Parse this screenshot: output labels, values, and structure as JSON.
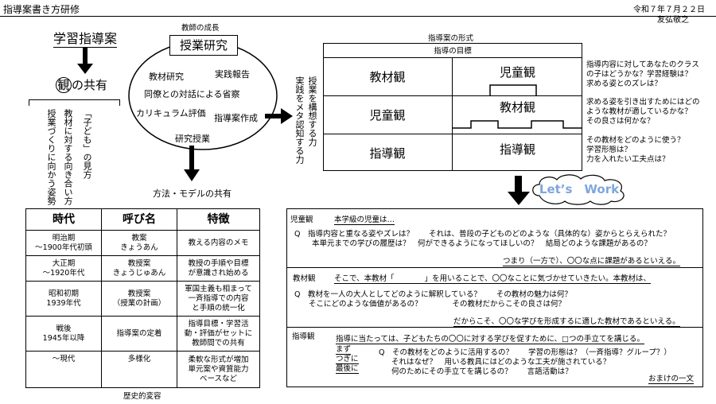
{
  "header": {
    "title": "指導案書き方研修",
    "date": "令和７年７月２２日",
    "author": "友弘敬之"
  },
  "left": {
    "heading": "学習指導案",
    "shared_circle": "観",
    "shared_rest": "の共有",
    "verticals": [
      "授業づくりに向かう姿勢",
      "教材に対する向き合い方",
      "「子ども」の見方"
    ]
  },
  "growth": {
    "caption": "教師の成長",
    "center": "授業研究",
    "items": [
      "教材研究",
      "実践報告",
      "同僚との対話による省察",
      "カリキュラム評価",
      "指導案作成",
      "研究授業"
    ],
    "bottom_label": "方法・モデルの共有",
    "meta_vertical": [
      "授業を構想する力",
      "実践をメタ認知する力"
    ]
  },
  "form": {
    "caption": "指導案の形式",
    "goal": "指導の目標",
    "left_cells": [
      "教材観",
      "児童観",
      "指導観"
    ],
    "right_cells": [
      "児童観",
      "教材観",
      "指導観"
    ],
    "notes": [
      [
        "指導内容に対してあなたのクラス",
        "の子はどうかな？学習経験は？",
        "求める姿とのズレは？"
      ],
      [
        "求める姿を引き出すためにはどの",
        "ような教材が適しているかな？",
        "その良さは何かな？"
      ],
      [
        "その教材をどのように使う？",
        "学習形態は？",
        "力を入れたい工夫点は？"
      ]
    ]
  },
  "cloud": "Let’s　Work",
  "history": {
    "headers": [
      "時代",
      "呼び名",
      "特徴"
    ],
    "rows": [
      {
        "era": [
          "明治期",
          "〜1900年代初頭"
        ],
        "name": [
          "教案",
          "きょうあん"
        ],
        "feature": [
          "教える内容のメモ"
        ]
      },
      {
        "era": [
          "大正期",
          "〜1920年代"
        ],
        "name": [
          "教授案",
          "きょうじゅあん"
        ],
        "feature": [
          "教授の手順や目標",
          "が意識され始める"
        ]
      },
      {
        "era": [
          "昭和初期",
          "1939年代"
        ],
        "name": [
          "教授案",
          "（授業の計画）"
        ],
        "feature": [
          "軍国主義も相まって",
          "一斉指導での内容",
          "と手順の統一化"
        ]
      },
      {
        "era": [
          "戦後",
          "1945年以降"
        ],
        "name": [
          "指導案の定着"
        ],
        "feature": [
          "指導目標・学習活",
          "動・評価がセットに",
          "教師間での共有"
        ]
      },
      {
        "era": [
          "〜現代"
        ],
        "name": [
          "多様化"
        ],
        "feature": [
          "柔軟な形式が増加",
          "単元案や資質能力",
          "ベースなど"
        ]
      }
    ],
    "caption": "歴史的変容"
  },
  "work": {
    "s1_label": "児童観",
    "s1_intro": "本学級の児童は…",
    "s1_q1": "Q　指導内容と重なる姿やズレは？　　それは、普段の子どものどのような（具体的な）姿からとらえられた？",
    "s1_q2": "本単元までの学びの履歴は？　何ができるようになってほしいの？　結局どのような課題があるの？",
    "s1_concl": "つまり（一方で）、〇〇な点に課題があるといえる。",
    "s2_label": "教材観",
    "s2_intro": "そこで、本教材「　　　　」を用いることで、〇〇なことに気づかせていきたい。本教材は、",
    "s2_q1": "Q　教材を一人の大人としてどのように解釈している？　　その教材の魅力は何？",
    "s2_q2": "そこにどのような価値があるの？　　　　その教材だからこその良さは何？",
    "s2_concl": "だからこそ、〇〇な学びを形成するに適した教材であるといえる。",
    "s3_label": "指導観",
    "s3_intro": "指導に当たっては、子どもたちの〇〇に対する学びを促すために、□つの手立てを講じる。",
    "s3_steps": [
      "まず",
      "つぎに",
      "最後に"
    ],
    "s3_q1": "Q　その教材をどのように活用するの？　　学習の形態は？（一斉指導？グループ？）",
    "s3_q2": "それはなぜ？　用いる教具にはどのような工夫が施されている？",
    "s3_q3": "何のためにその手立てを講じるの？　　言語活動は？",
    "s3_extra": "おまけの一文"
  }
}
